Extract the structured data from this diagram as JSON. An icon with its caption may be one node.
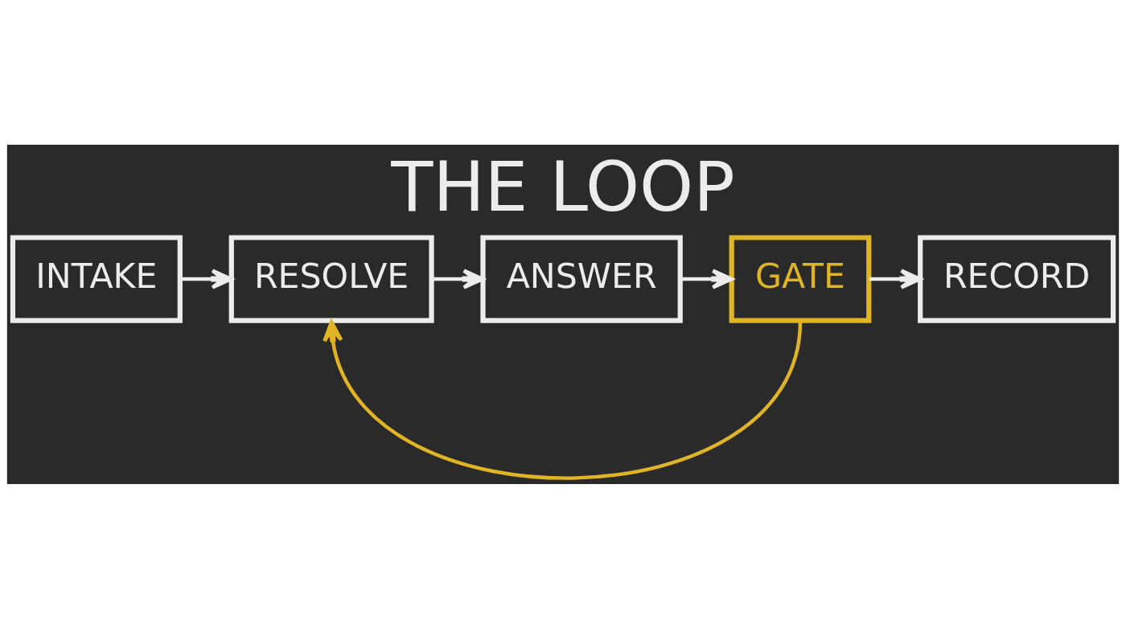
{
  "diagram": {
    "title": "THE LOOP",
    "nodes": [
      {
        "text": [
          "INTAKE"
        ]
      },
      {
        "text": [
          "RESOLVE"
        ]
      },
      {
        "text": [
          "ANSWER"
        ]
      },
      {
        "text": [
          "GATE"
        ]
      },
      {
        "text": [
          "RECORD"
        ]
      }
    ],
    "edges": [
      {
        "from": 0,
        "to": 1,
        "arrow": "to"
      },
      {
        "from": 1,
        "to": 2,
        "arrow": "to"
      },
      {
        "from": 2,
        "to": 3,
        "arrow": "to"
      },
      {
        "from": 3,
        "to": 4,
        "arrow": "to"
      },
      {
        "from": 3,
        "to": 1,
        "arrow": "to",
        "color": "#e0b424"
      }
    ]
  }
}
